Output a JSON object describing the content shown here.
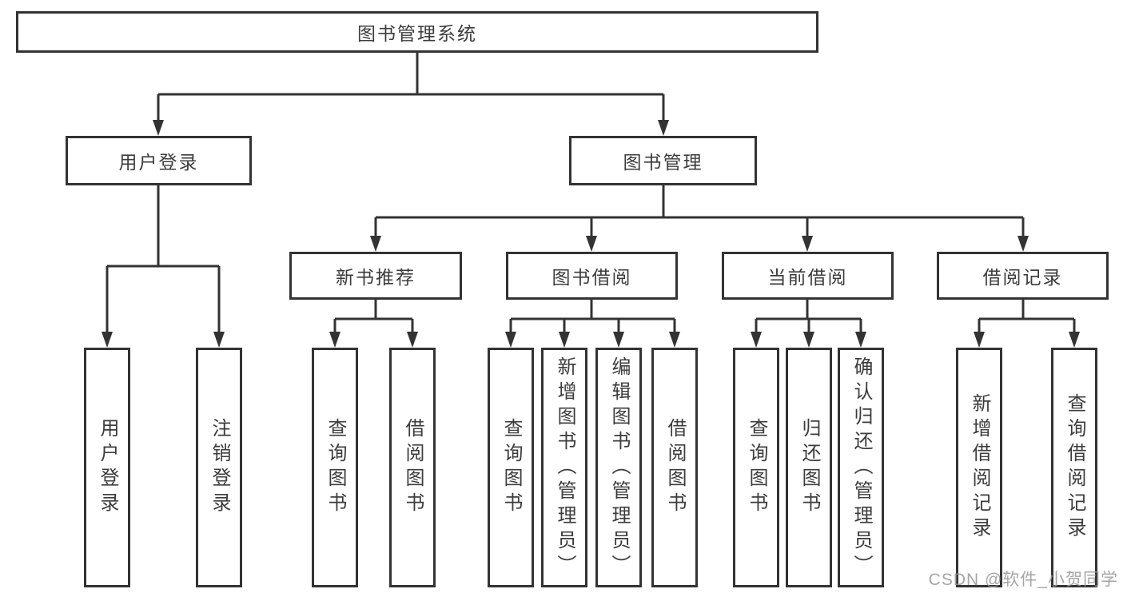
{
  "tree": {
    "root": "图书管理系统",
    "level2": [
      {
        "label": "用户登录"
      },
      {
        "label": "图书管理"
      }
    ],
    "level3": [
      {
        "label": "新书推荐"
      },
      {
        "label": "图书借阅"
      },
      {
        "label": "当前借阅"
      },
      {
        "label": "借阅记录"
      }
    ],
    "leaves": {
      "user_login": [
        "用户登录",
        "注销登录"
      ],
      "new_book_recommend": [
        "查询图书",
        "借阅图书"
      ],
      "book_borrow": [
        "查询图书",
        "新增图书（管理员）",
        "编辑图书（管理员）",
        "借阅图书"
      ],
      "current_borrow": [
        "查询图书",
        "归还图书",
        "确认归还（管理员）"
      ],
      "borrow_records": [
        "新增借阅记录",
        "查询借阅记录"
      ]
    }
  },
  "watermark": "CSDN @软件_小贺同学",
  "colors": {
    "line": "#333333",
    "text": "#3c3c3c",
    "background": "#ffffff",
    "watermark": "#969696"
  }
}
